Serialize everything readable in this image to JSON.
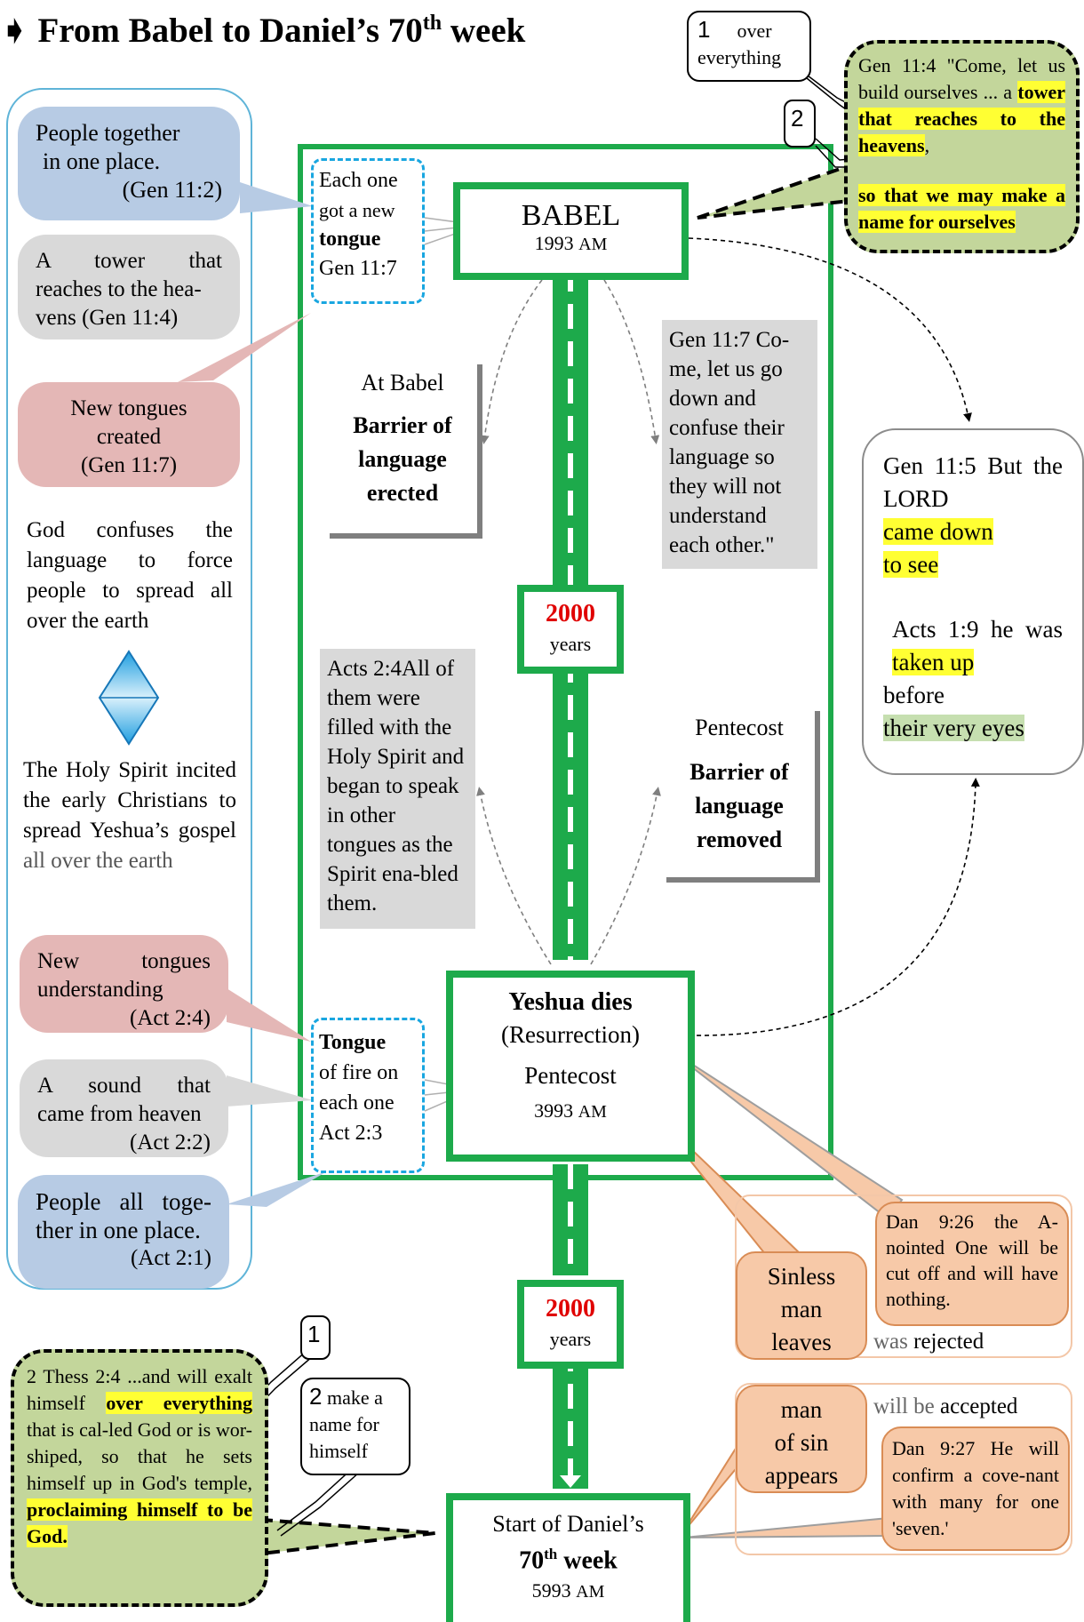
{
  "title": {
    "main": "From Babel to Daniel’s 70",
    "sup": "th",
    "tail": " week"
  },
  "left": {
    "people_together_1": {
      "line1": "People together",
      "line2": "in one place.",
      "ref": "(Gen 11:2)"
    },
    "tower_heavens": {
      "line1": "A tower that",
      "line2": "reaches to the hea-",
      "line3": "vens (Gen 11:4)"
    },
    "new_tongues_created": {
      "line1": "New tongues",
      "line2": "created",
      "ref": "(Gen 11:7)"
    },
    "god_confuses": "God confuses the language to force people to spread all over the earth",
    "holy_spirit": {
      "main": "The Holy Spirit incited the early Christians to spread Yeshua’s gospel",
      "tail": "all over the earth"
    },
    "new_tongues_understanding": {
      "line1": "New tongues",
      "line2": "understanding",
      "ref": "(Act 2:4)"
    },
    "sound_heaven": {
      "line1": "A sound that",
      "line2": "came from heaven",
      "ref": "(Act 2:2)"
    },
    "people_together_2": {
      "line1": "People all toge-",
      "line2": "ther in one place.",
      "ref": "(Act 2:1)"
    }
  },
  "tongue_new": {
    "line1": "Each one",
    "line2": "got a new",
    "bold": "tongue",
    "ref": "Gen 11:7"
  },
  "tongue_fire": {
    "bold": "Tongue",
    "line2": "of fire on",
    "line3": "each one",
    "ref": "Act 2:3"
  },
  "babel": {
    "title": "BABEL",
    "year": "1993",
    "era": "AM"
  },
  "at_babel": {
    "line1": "At Babel",
    "b1": "Barrier of",
    "b2": "language",
    "b3": "erected"
  },
  "gen117": "Gen 11:7 Co-me, let us go down and confuse their language so they will not understand each other.\"",
  "years1": {
    "value": "2000",
    "unit": "years"
  },
  "acts24": "Acts 2:4All of them were filled with the Holy Spirit and began to speak in other tongues as the Spirit ena-bled them.",
  "pentecost_barrier": {
    "line1": "Pentecost",
    "b1": "Barrier of",
    "b2": "language",
    "b3": "removed"
  },
  "yeshua": {
    "title": "Yeshua dies",
    "sub": "(Resurrection)",
    "line3": "Pentecost",
    "year": "3993",
    "era": "AM"
  },
  "years2": {
    "value": "2000",
    "unit": "years"
  },
  "daniel": {
    "line1": "Start of Daniel’s",
    "num": "70",
    "sup": "th",
    "week": " week",
    "year": "5993",
    "era": "AM"
  },
  "right_box": {
    "gen115_a": "Gen 11:5 But the LORD",
    "gen115_hl1": "came down",
    "gen115_hl2": "to see",
    "acts19_a": "Acts 1:9 he was",
    "acts19_hl1": "taken up",
    "acts19_b": "before",
    "acts19_hl2": "their very eyes"
  },
  "gen114": {
    "intro": "Gen 11:4 \"Come, let us build ourselves ... a",
    "bold1": "tower that reaches to the heavens",
    "comma": ",",
    "bold2": "so that we may make a name for ourselves"
  },
  "callout_top1": {
    "num": "1",
    "text1": "over",
    "text2": "everything"
  },
  "callout_top2": {
    "num": "2"
  },
  "sinless": {
    "l1": "Sinless",
    "l2": "man",
    "l3": "leaves"
  },
  "dan926": "Dan 9:26 the A-nointed One will be cut off and will have nothing.",
  "was": "was",
  "rejected": "rejected",
  "man_of_sin": {
    "l1": "man",
    "l2": "of sin",
    "l3": "appears"
  },
  "will_be": "will be",
  "accepted": "accepted",
  "dan927": "Dan 9:27 He will confirm a cove-nant with many for one 'seven.'",
  "thess": {
    "intro": "2 Thess 2:4 ...and will exalt himself",
    "hl1": "over everything",
    "mid": "that is cal-led God or is wor-shiped, so that he sets himself up in God's temple,",
    "hl2": "proclaiming himself to be God."
  },
  "callout_bottom1": {
    "num": "1"
  },
  "callout_bottom2": {
    "num": "2",
    "text": "make a name for himself"
  }
}
